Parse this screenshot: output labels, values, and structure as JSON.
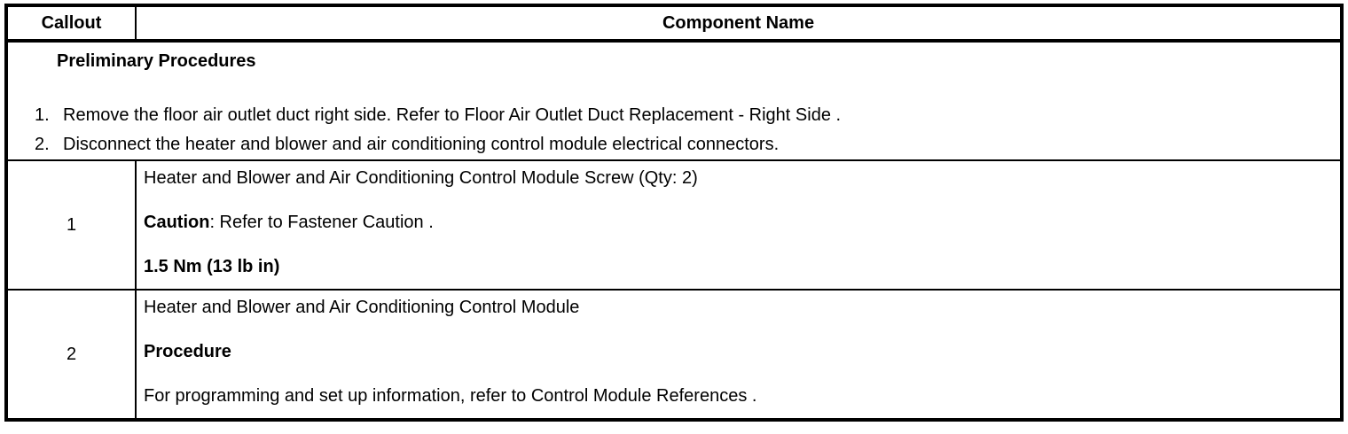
{
  "colors": {
    "border": "#000000",
    "text": "#000000",
    "background": "#ffffff"
  },
  "table": {
    "header": {
      "callout": "Callout",
      "component": "Component Name"
    },
    "preliminary": {
      "title": "Preliminary Procedures",
      "steps": [
        {
          "num": "1.",
          "text": "Remove the floor air outlet duct right side. Refer to Floor Air Outlet Duct Replacement - Right Side ."
        },
        {
          "num": "2.",
          "text": "Disconnect the heater and blower and air conditioning control module electrical connectors."
        }
      ]
    },
    "rows": [
      {
        "callout": "1",
        "line1": "Heater and Blower and Air Conditioning Control Module Screw (Qty: 2)",
        "line2_bold": "Caution",
        "line2_rest": ": Refer to Fastener Caution .",
        "line3": "1.5 Nm (13 lb in)"
      },
      {
        "callout": "2",
        "line1": "Heater and Blower and Air Conditioning Control Module",
        "line2_bold": "Procedure",
        "line2_rest": "",
        "line3": "For programming and set up information, refer to Control Module References ."
      }
    ]
  }
}
